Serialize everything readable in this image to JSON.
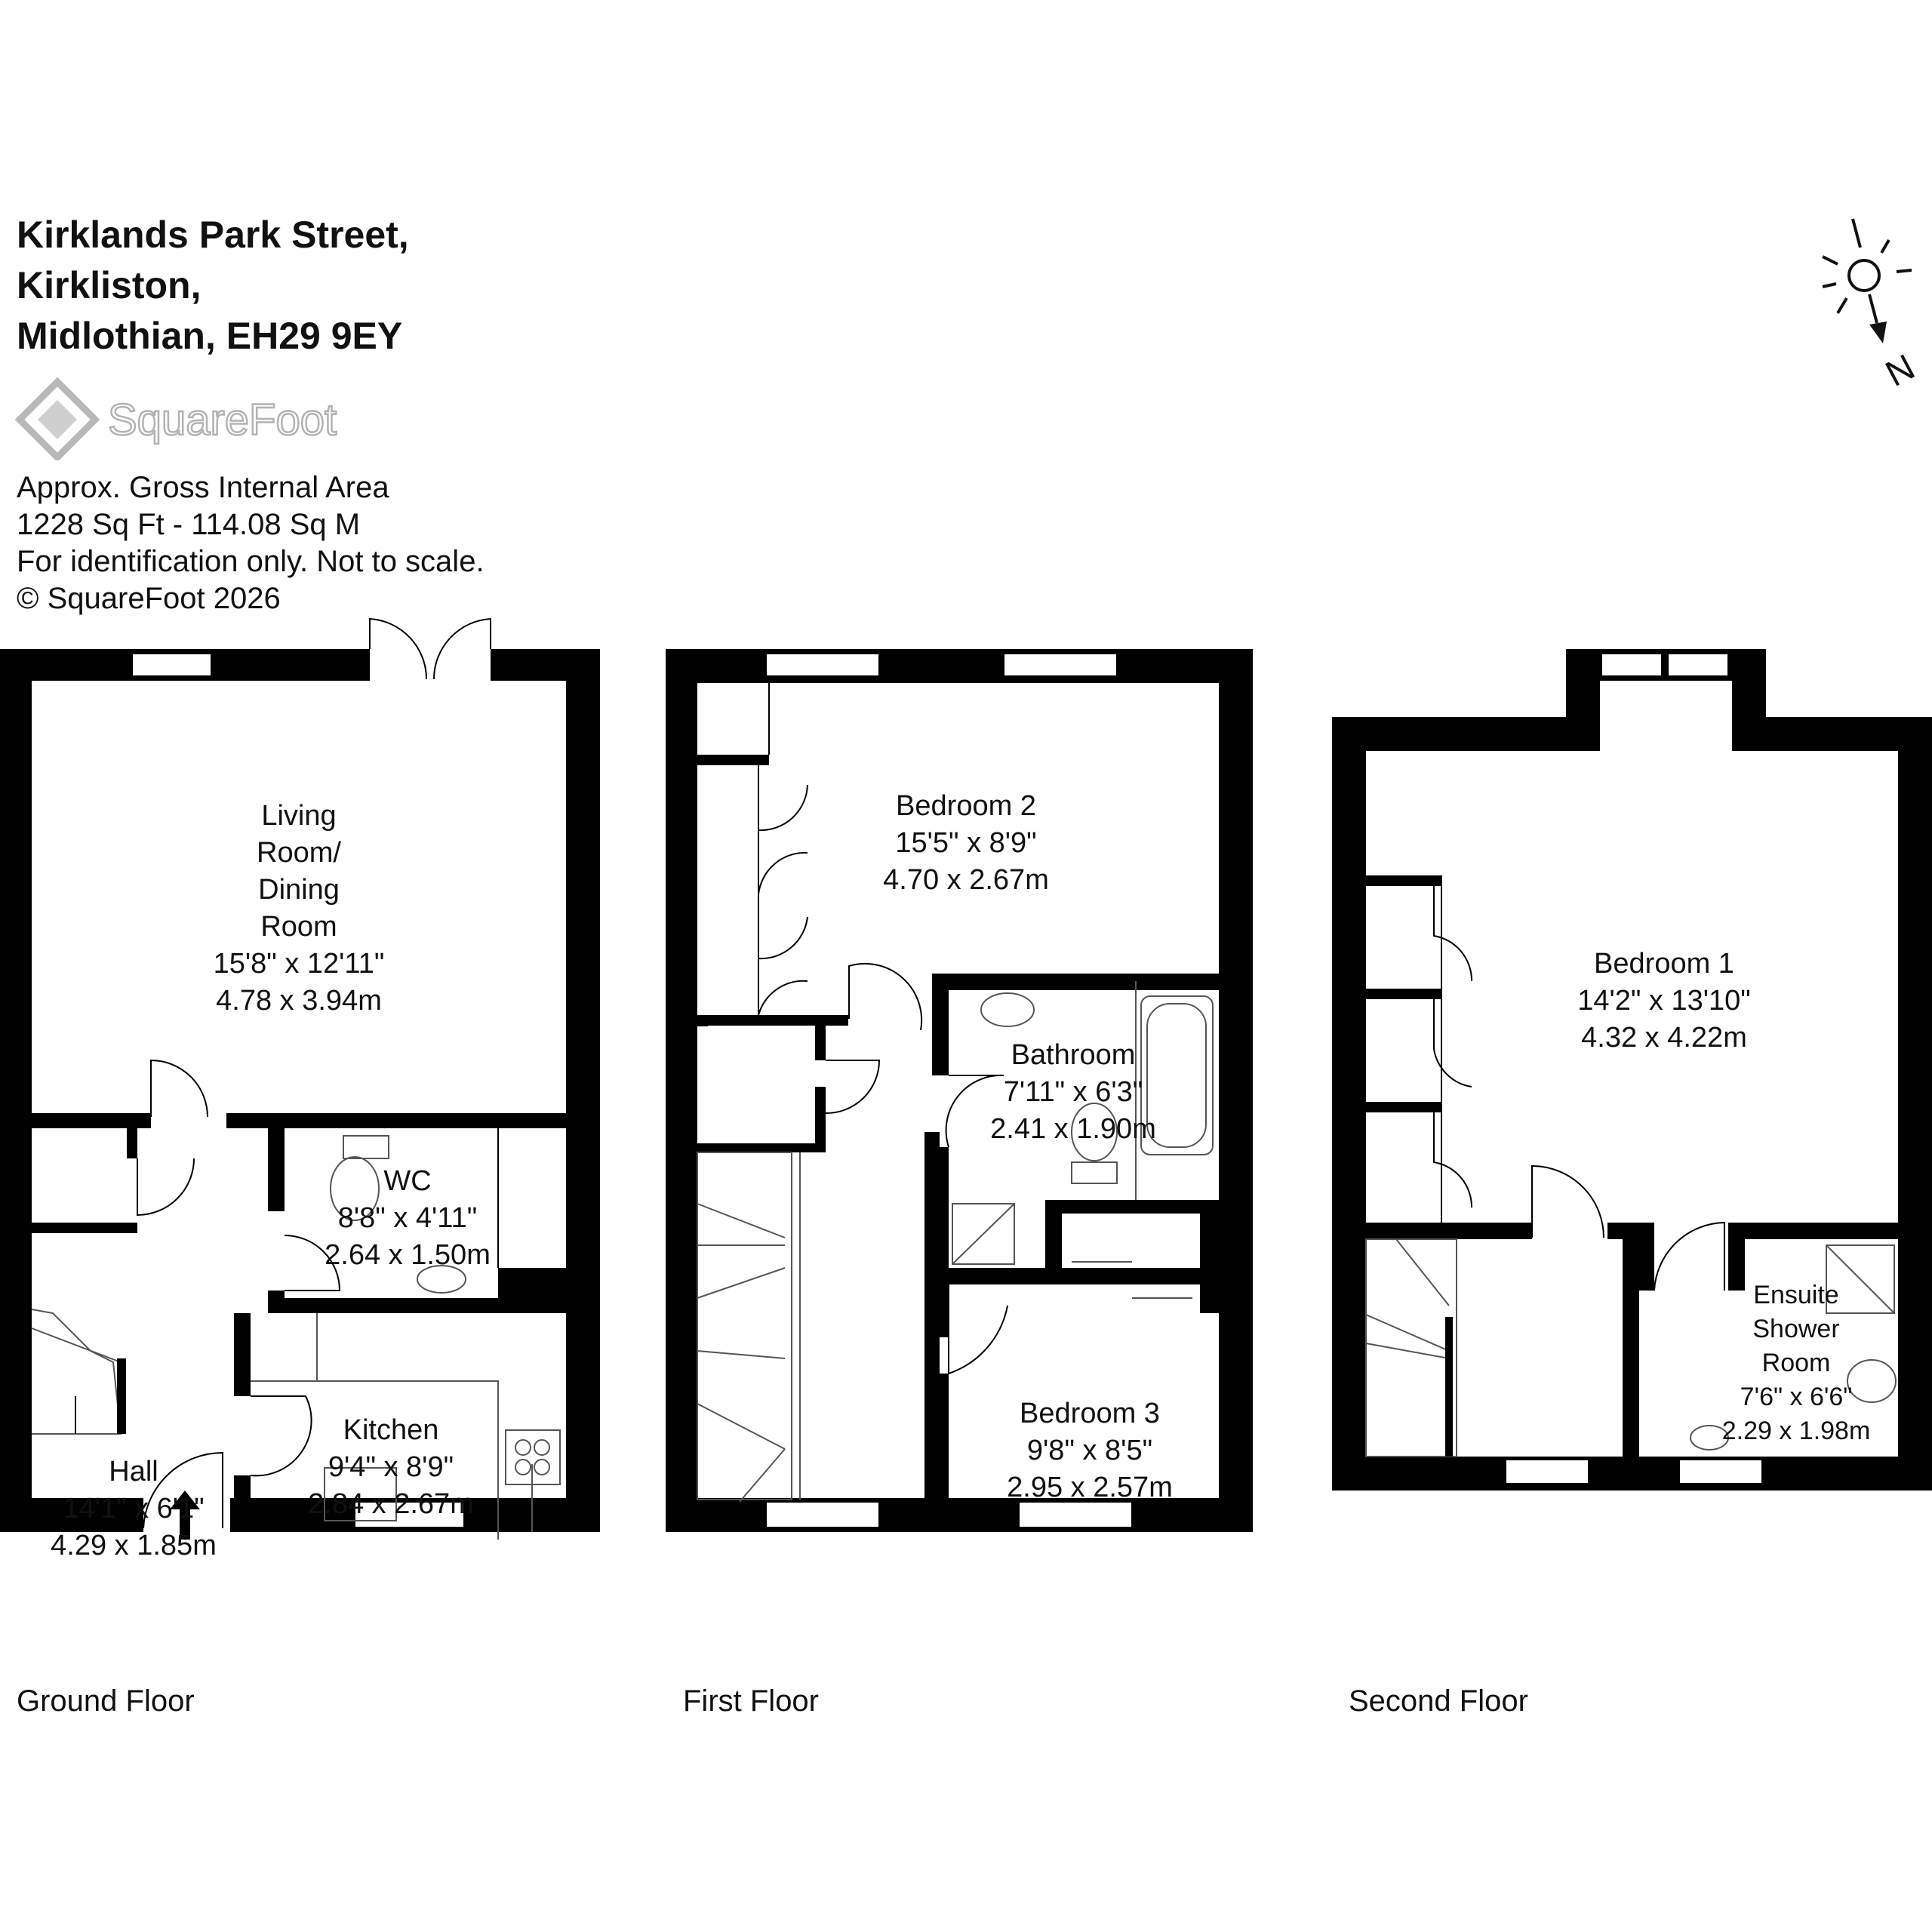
{
  "header": {
    "address_line1": "Kirklands Park Street,",
    "address_line2": "Kirkliston,",
    "address_line3": "Midlothian, EH29 9EY"
  },
  "logo": {
    "text": "SquareFoot",
    "icon": "squarefoot-diamond-logo"
  },
  "info": {
    "line1": "Approx. Gross Internal Area",
    "line2": "1228 Sq Ft  -  114.08 Sq M",
    "line3": "For identification only. Not to scale.",
    "line4": "© SquareFoot 2026"
  },
  "compass": {
    "letter": "N",
    "icon": "sun-compass-icon"
  },
  "floors": {
    "ground": {
      "label": "Ground Floor"
    },
    "first": {
      "label": "First Floor"
    },
    "second": {
      "label": "Second Floor"
    }
  },
  "rooms": {
    "living": {
      "name1": "Living",
      "name2": "Room/",
      "name3": "Dining",
      "name4": "Room",
      "imperial": "15'8\" x 12'11\"",
      "metric": "4.78 x 3.94m"
    },
    "wc": {
      "name": "WC",
      "imperial": "8'8\" x 4'11\"",
      "metric": "2.64 x 1.50m"
    },
    "kitchen": {
      "name": "Kitchen",
      "imperial": "9'4\" x 8'9\"",
      "metric": "2.84 x 2.67m"
    },
    "hall": {
      "name": "Hall",
      "imperial": "14'1\" x 6'1\"",
      "metric": "4.29 x 1.85m"
    },
    "bedroom2": {
      "name": "Bedroom 2",
      "imperial": "15'5\" x 8'9\"",
      "metric": "4.70 x 2.67m"
    },
    "bathroom": {
      "name": "Bathroom",
      "imperial": "7'11\" x 6'3\"",
      "metric": "2.41 x 1.90m"
    },
    "bedroom3": {
      "name": "Bedroom 3",
      "imperial": "9'8\" x 8'5\"",
      "metric": "2.95 x 2.57m"
    },
    "bedroom1": {
      "name": "Bedroom 1",
      "imperial": "14'2\" x 13'10\"",
      "metric": "4.32 x 4.22m"
    },
    "ensuite": {
      "name1": "Ensuite",
      "name2": "Shower",
      "name3": "Room",
      "imperial": "7'6\" x 6'6\"",
      "metric": "2.29 x 1.98m"
    }
  }
}
